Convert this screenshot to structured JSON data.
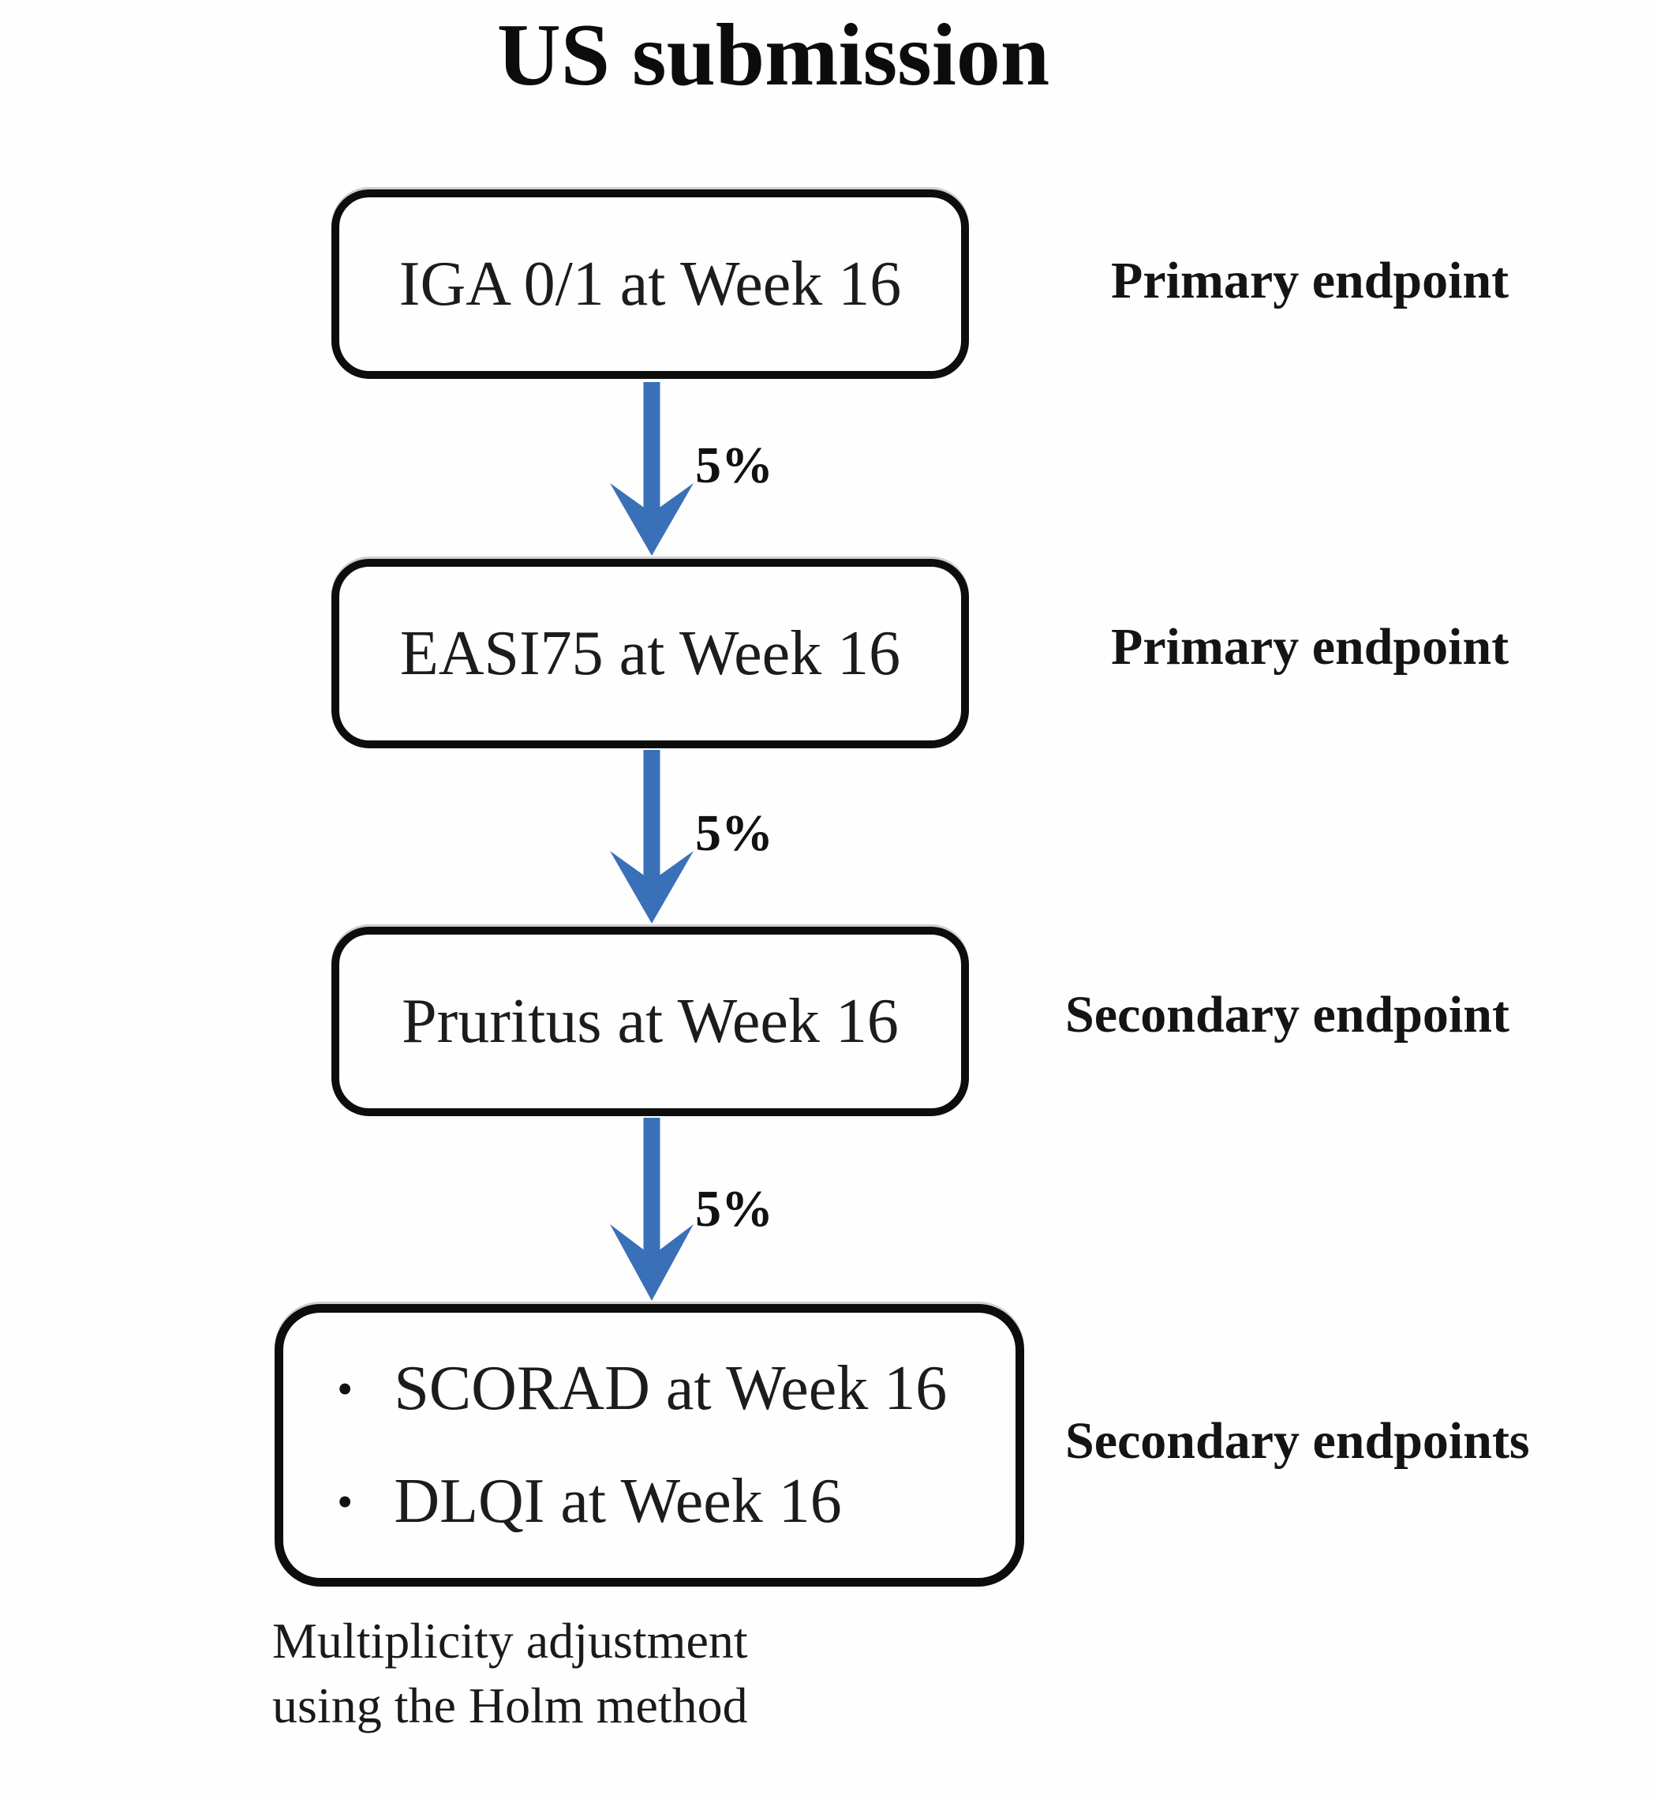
{
  "title": "US submission",
  "bullet": "•",
  "flow": {
    "arrow_label": "5%",
    "arrow_color": "#3a70b8",
    "steps": [
      {
        "box": "IGA 0/1 at Week 16",
        "label": "Primary endpoint"
      },
      {
        "box": "EASI75 at Week 16",
        "label": "Primary endpoint"
      },
      {
        "box": "Pruritus at Week 16",
        "label": "Secondary endpoint"
      },
      {
        "items": [
          "SCORAD at Week 16",
          "DLQI at Week 16"
        ],
        "label": "Secondary endpoints"
      }
    ]
  },
  "footnote": {
    "line1": "Multiplicity adjustment",
    "line2": "using the Holm method"
  }
}
